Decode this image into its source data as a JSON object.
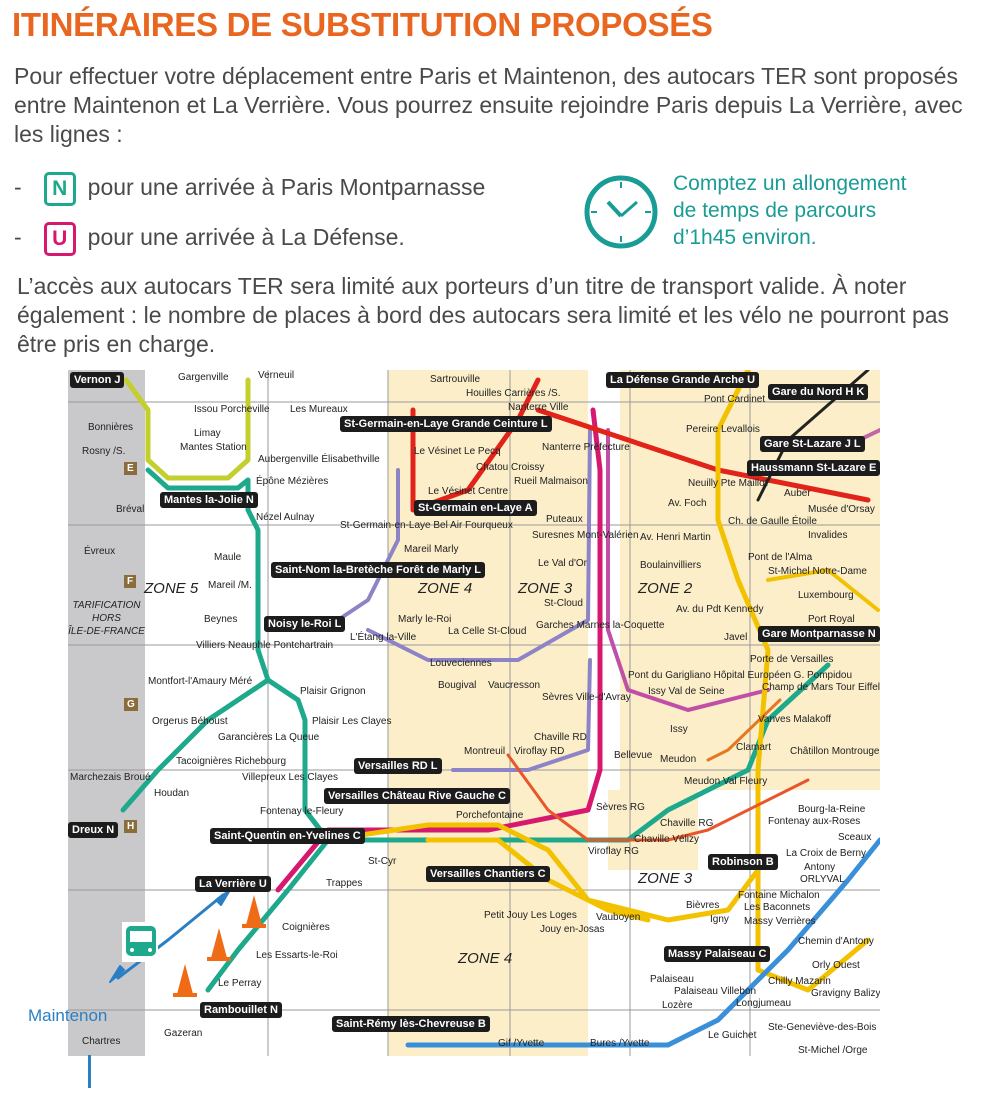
{
  "title": "ITINÉRAIRES DE SUBSTITUTION PROPOSÉS",
  "intro": "Pour effectuer votre déplacement entre Paris et Maintenon, des autocars TER sont proposés entre Maintenon et La Verrière. Vous pourrez ensuite rejoindre Paris depuis La Verrière, avec les lignes :",
  "lines": [
    {
      "dash": "-",
      "badge": "N",
      "text": "pour une arrivée à Paris Montparnasse",
      "color": "#1ea98c"
    },
    {
      "dash": "-",
      "badge": "U",
      "text": "pour une arrivée à La Défense.",
      "color": "#d6186e"
    }
  ],
  "note": [
    "Comptez un allongement",
    "de temps de parcours",
    "d’1h45 environ."
  ],
  "access": "L’accès aux autocars TER sera limité aux porteurs d’un titre de transport valide. À noter également : le nombre de places à bord des autocars sera limité et les vélo ne pourront pas être pris en charge.",
  "map": {
    "maintenon": "Maintenon",
    "zones": [
      "ZONE 5",
      "ZONE 4",
      "ZONE 3",
      "ZONE 2",
      "ZONE 3",
      "ZONE 4"
    ],
    "tarif": [
      "TARIFICATION",
      "HORS",
      "ÎLE-DE-FRANCE"
    ],
    "letters": [
      "E",
      "F",
      "G",
      "H"
    ],
    "boxes": [
      "Vernon J",
      "Mantes la-Jolie N",
      "St-Germain-en-Laye Grande Ceinture L",
      "La Défense Grande Arche U",
      "Gare du Nord H K",
      "Gare St-Lazare J L",
      "Haussmann St-Lazare E",
      "St-Germain en-Laye A",
      "Saint-Nom la-Bretèche Forêt de Marly L",
      "Noisy le-Roi L",
      "Gare Montparnasse N",
      "Versailles RD L",
      "Versailles Château Rive Gauche C",
      "Saint-Quentin en-Yvelines C",
      "La Verrière U",
      "Versailles Chantiers C",
      "Robinson B",
      "Massy Palaiseau C",
      "Rambouillet N",
      "Saint-Rémy lès-Chevreuse B",
      "Dreux N"
    ],
    "stations": [
      "Gargenville",
      "Verneuil",
      "Issou Porcheville",
      "Limay",
      "Les Mureaux",
      "Bonnières",
      "Rosny /S.",
      "Mantes Station",
      "Aubergenville Élisabethville",
      "Épône Mézières",
      "Bréval",
      "Évreux",
      "Nézel Aulnay",
      "Maule",
      "Mareil /M.",
      "Beynes",
      "Villiers Neauphle Pontchartrain",
      "Montfort-l'Amaury Méré",
      "Plaisir Grignon",
      "Orgerus Béhoust",
      "Garancières La Queue",
      "Plaisir Les Clayes",
      "Tacoignières Richebourg",
      "Marchezais Broué",
      "Houdan",
      "Villepreux Les Clayes",
      "Fontenay le-Fleury",
      "St-Cyr",
      "Trappes",
      "Coignières",
      "Les Essarts-le-Roi",
      "Le Perray",
      "Gazeran",
      "Chartres",
      "Sartrouville",
      "Houilles Carrières /S.",
      "Nanterre Ville",
      "Le Vésinet Le Pecq",
      "Chatou Croissy",
      "Rueil Malmaison",
      "Nanterre Préfecture",
      "Le Vésinet Centre",
      "Puteaux",
      "Suresnes Mont-Valérien",
      "St-Germain-en-Laye Bel Air Fourqueux",
      "Mareil Marly",
      "Le Val d'Or",
      "St-Cloud",
      "Marly le-Roi",
      "L'Étang la-Ville",
      "La Celle St-Cloud",
      "Garches Marnes la-Coquette",
      "Louveciennes",
      "Bougival",
      "Vaucresson",
      "Sèvres Ville-d'Avray",
      "Chaville RD",
      "Montreuil",
      "Viroflay RD",
      "Porchefontaine",
      "Viroflay RG",
      "Bellevue",
      "Sèvres RG",
      "Meudon",
      "Meudon Val Fleury",
      "Chaville RG",
      "Chaville Vélizy",
      "Petit Jouy Les Loges",
      "Jouy en-Josas",
      "Vauboyen",
      "Bièvres",
      "Igny",
      "Gif /Yvette",
      "Bures /Yvette",
      "Le Guichet",
      "Lozère",
      "Palaiseau",
      "Palaiseau Villebon",
      "Longjumeau",
      "Pont Cardinet",
      "Pereire Levallois",
      "Neuilly Pte Maillot",
      "Av. Foch",
      "Av. Henri Martin",
      "Boulainvilliers",
      "Av. du Pdt Kennedy",
      "Javel",
      "Pont du Garigliano Hôpital Européen G. Pompidou",
      "Issy Val de Seine",
      "Issy",
      "Clamart",
      "Vanves Malakoff",
      "Porte de Versailles",
      "Champ de Mars Tour Eiffel",
      "Pont de l'Alma",
      "Ch. de Gaulle Étoile",
      "Auber",
      "Invalides",
      "Musée d'Orsay",
      "St-Michel Notre-Dame",
      "Luxembourg",
      "Port Royal",
      "Châtillon Montrouge",
      "Bourg-la-Reine",
      "Fontenay aux-Roses",
      "Sceaux",
      "La Croix de Berny",
      "Antony",
      "ORLYVAL",
      "Fontaine Michalon",
      "Les Baconnets",
      "Massy Verrières",
      "Chemin d'Antony",
      "Orly Ouest",
      "Chilly Mazarin",
      "Gravigny Balizy",
      "Ste-Geneviève-des-Bois",
      "St-Michel /Orge"
    ]
  }
}
